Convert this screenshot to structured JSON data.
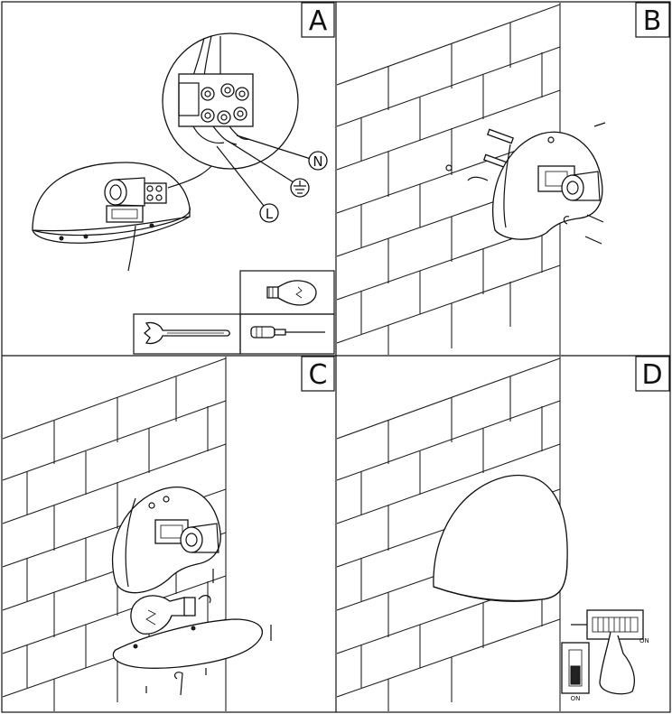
{
  "panels": [
    {
      "id": "A",
      "letter": "A"
    },
    {
      "id": "B",
      "letter": "B"
    },
    {
      "id": "C",
      "letter": "C"
    },
    {
      "id": "D",
      "letter": "D"
    }
  ],
  "wiring_labels": {
    "neutral": "N",
    "live": "L"
  },
  "switch_labels": {
    "on_vertical": "ON",
    "on_horizontal": "ON"
  },
  "icons": {
    "bulb": "light-bulb-icon",
    "spanner": "spanner-icon",
    "screwdriver": "screwdriver-icon",
    "earth": "earth-ground-icon"
  }
}
